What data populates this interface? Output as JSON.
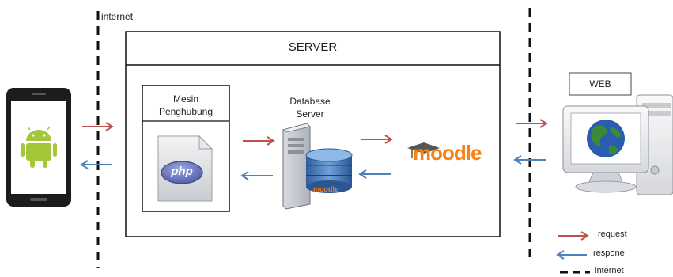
{
  "labels": {
    "internet_top": "internet",
    "server_title": "SERVER",
    "mesin_line1": "Mesin",
    "mesin_line2": "Penghubung",
    "db_line1": "Database",
    "db_line2": "Server",
    "php_logo": "php",
    "moodle_logo": "moodle",
    "moodle_small": "moodle",
    "web_title": "WEB"
  },
  "legend": {
    "request": "request",
    "respone": "respone",
    "internet": "internet"
  },
  "colors": {
    "request_arrow": "#c0504d",
    "response_arrow": "#4f81bd",
    "moodle_orange": "#f98012",
    "android_green": "#a4c639",
    "globe_blue": "#2a5db0",
    "globe_green": "#3a8a3a"
  },
  "icons": [
    "android-phone-icon",
    "php-file-icon",
    "database-server-icon",
    "moodle-logo-icon",
    "web-computer-icon",
    "globe-icon"
  ]
}
